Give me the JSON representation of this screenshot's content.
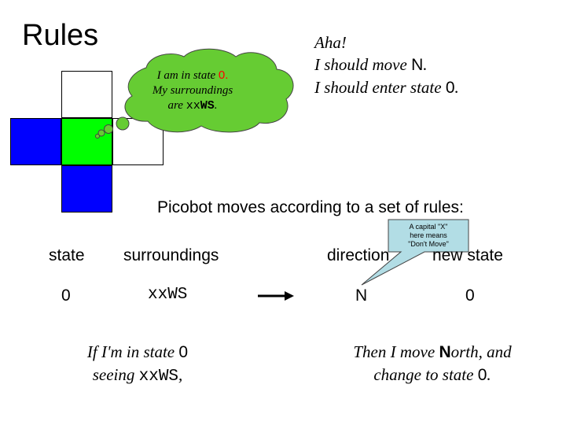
{
  "title": "Rules",
  "thought": {
    "line1_prefix": "I am in state ",
    "line1_state": "0.",
    "line2": "My surroundings",
    "line3_prefix": "are ",
    "line3_code_lower": "xx",
    "line3_code_upper": "WS",
    "line3_end": "."
  },
  "aha": {
    "line1": "Aha!",
    "line2_prefix": "I should move ",
    "line2_dir": "N",
    "line2_end": ".",
    "line3_prefix": "I should enter state ",
    "line3_state": "0",
    "line3_end": "."
  },
  "heading": "Picobot moves according to a set of rules:",
  "callout": {
    "line1": "A capital \"X\"",
    "line2": "here means",
    "line3": "\"Don't Move\""
  },
  "table": {
    "headers": {
      "state": "state",
      "surroundings": "surroundings",
      "direction": "direction",
      "new_state": "new state"
    },
    "row": {
      "state": "0",
      "surroundings": "xxWS",
      "direction": "N",
      "new_state": "0"
    }
  },
  "caption_left": {
    "line1_prefix": "If I'm in state ",
    "line1_state": "0",
    "line2_prefix": "seeing ",
    "line2_code": "xxWS",
    "line2_end": ","
  },
  "caption_right": {
    "line1_prefix": "Then I move ",
    "line1_bold": "N",
    "line1_rest": "orth, and",
    "line2_prefix": "change to state ",
    "line2_state": "0",
    "line2_end": "."
  },
  "colors": {
    "wall": "#0000ff",
    "picobot": "#00ff00",
    "empty": "#ffffff",
    "thought_bubble": "#66cc33",
    "callout": "#b2dde5",
    "state_highlight": "#ff0000"
  }
}
